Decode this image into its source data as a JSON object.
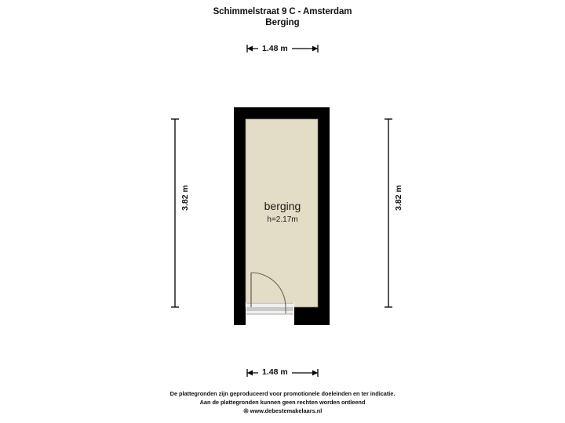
{
  "document": {
    "title_line1": "Schimmelstraat 9 C - Amsterdam",
    "title_line2": "Berging"
  },
  "rooms": [
    {
      "name": "berging",
      "height_label": "h=2.17m"
    }
  ],
  "dimensions": {
    "top": "1.48 m",
    "bottom": "1.48 m",
    "left": "3.82 m",
    "right": "3.82 m"
  },
  "footer": {
    "line1": "De plattegronden zijn geproduceerd voor promotionele doeleinden en ter indicatie.",
    "line2": "Aan de plattegronden kunnen geen rechten worden ontleend",
    "url": "www.debestemakelaars.nl",
    "globe_icon": "globe-icon"
  },
  "colors": {
    "wall": "#000000",
    "room_fill": "#e3dcc6",
    "background": "#ffffff",
    "dimension_line": "#000000",
    "door_arc": "#6b6458",
    "threshold_light": "#ffffff",
    "threshold_gray": "#c9c9c9"
  }
}
